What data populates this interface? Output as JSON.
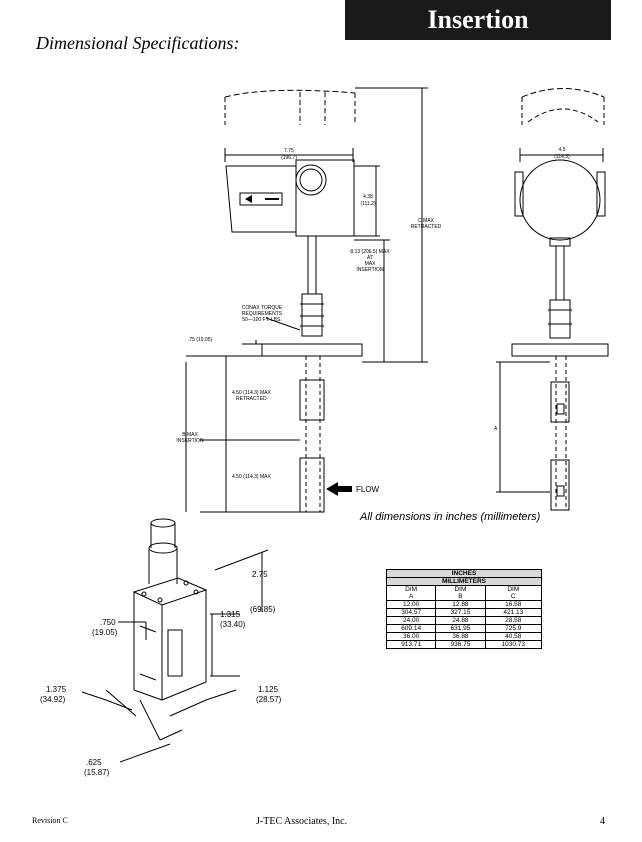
{
  "header": {
    "tab_title": "Insertion"
  },
  "section_title": "Dimensional Specifications:",
  "drawing_labels": {
    "width": "7.75",
    "width_mm": "(196.7)",
    "height": "4.38",
    "height_mm": "(111.2)",
    "c_max_1": "C MAX",
    "c_max_2": "RETRACTED",
    "max_insert_1": "8.13 (206.5) MAX",
    "max_insert_2": "AT",
    "max_insert_3": "MAX",
    "max_insert_4": "INSERTION",
    "conax_1": "CONAX TORQUE",
    "conax_2": "REQUIREMENTS",
    "conax_3": "50—100 FT. LBS.",
    "flange": ".75 (19.05)",
    "retracted_1": "4.50 (114.3) MAX",
    "retracted_2": "RETRACTED",
    "b_max_1": "B MAX",
    "b_max_2": "INSERTION",
    "lower": "4.50 (114.3) MAX",
    "flow": "FLOW",
    "side_width": "4.5",
    "side_width_mm": "(114.3)",
    "dim_a": "A"
  },
  "sensor_labels": {
    "d275": "2.75",
    "d1315": "1.315",
    "d6985": "(69.85)",
    "d3340": "(33.40)",
    "d750": ".750",
    "d1905": "(19.05)",
    "d1375": "1.375",
    "d3492": "(34.92)",
    "d1125": "1.125",
    "d2857": "(28.57)",
    "d625": ".625",
    "d1587": "(15.87)"
  },
  "note": "All dimensions in inches (millimeters)",
  "table": {
    "title_inches": "INCHES",
    "title_mm": "MILLIMETERS",
    "headers": [
      {
        "top": "DIM",
        "bottom": "A"
      },
      {
        "top": "DIM",
        "bottom": "B"
      },
      {
        "top": "DIM",
        "bottom": "C"
      }
    ],
    "rows": [
      [
        "12.00",
        "12.88",
        "16.58"
      ],
      [
        "304.57",
        "327.15",
        "421.13"
      ],
      [
        "24.00",
        "24.88",
        "28.58"
      ],
      [
        "609.14",
        "631.95",
        "725.9"
      ],
      [
        "36.00",
        "36.88",
        "40.58"
      ],
      [
        "913.71",
        "936.75",
        "1030.73"
      ]
    ]
  },
  "footer": {
    "revision": "Revision C",
    "company": "J-TEC Associates, Inc.",
    "page": "4"
  }
}
